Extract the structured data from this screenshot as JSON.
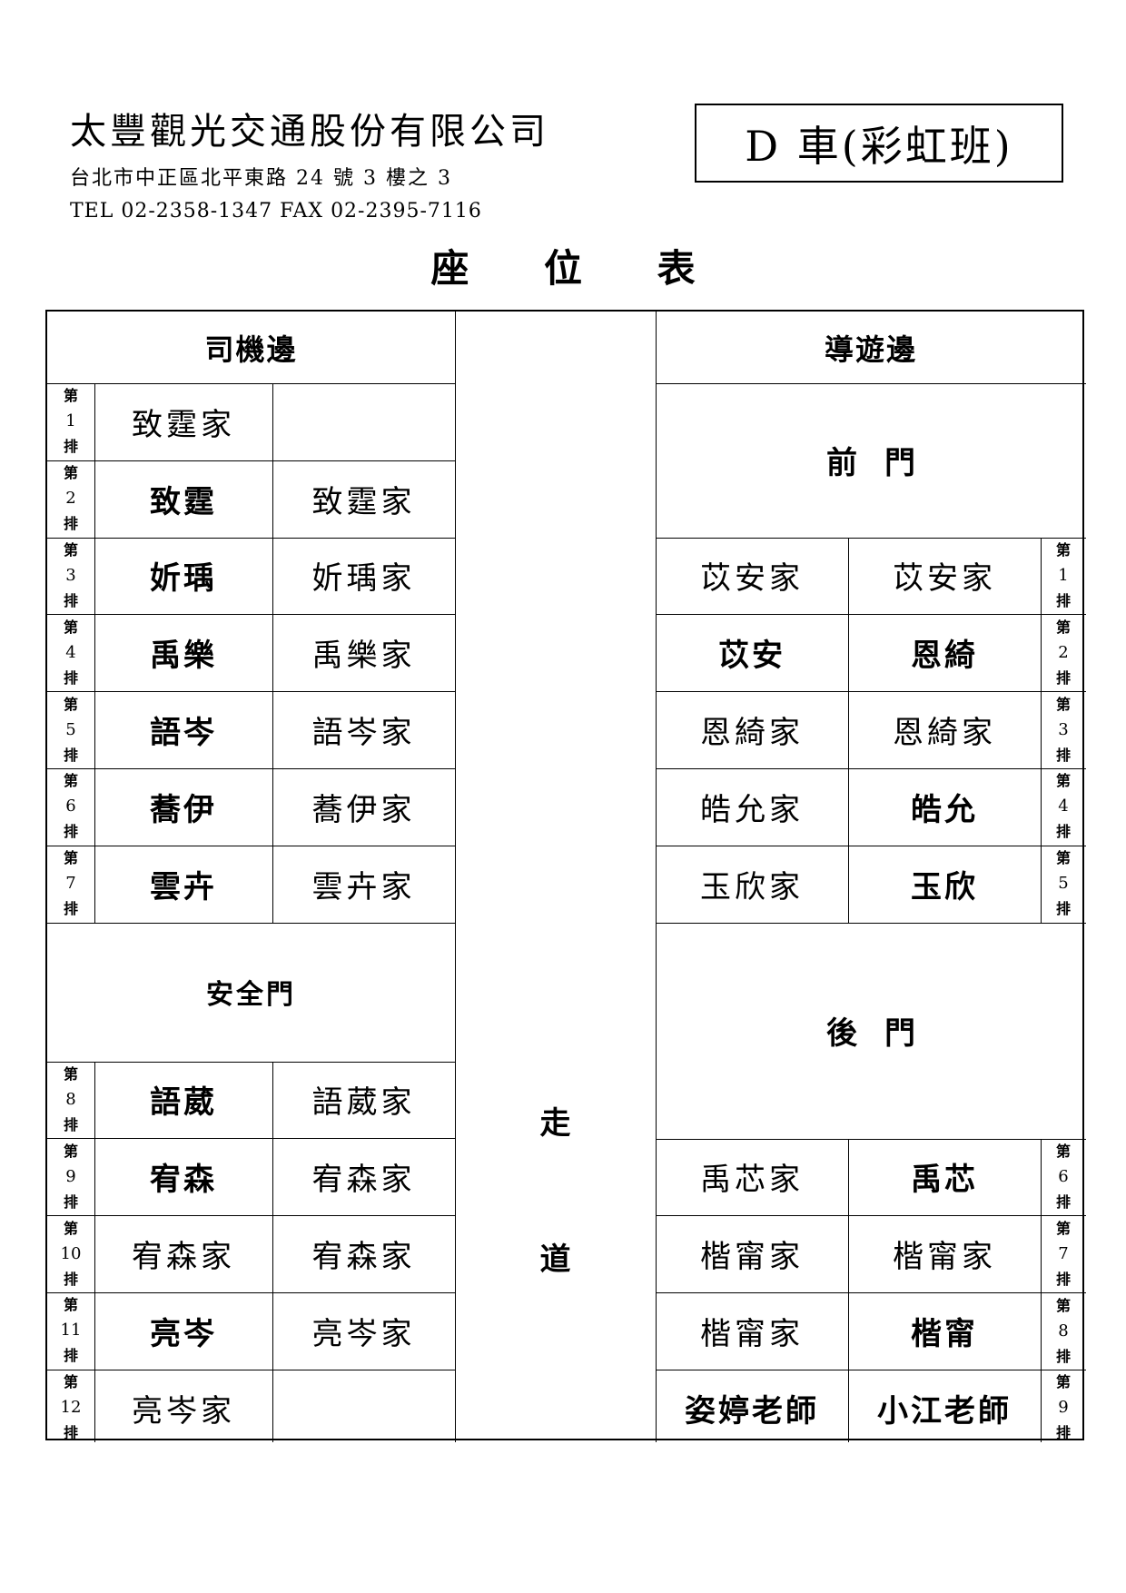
{
  "header": {
    "company": "太豐觀光交通股份有限公司",
    "address": "台北市中正區北平東路 24 號 3 樓之 3",
    "contact": "TEL 02-2358-1347 FAX 02-2395-7116",
    "bus_label": "D 車(彩虹班)"
  },
  "title": "座 位 表",
  "driver_side": {
    "header": "司機邊",
    "safety_door": "安全門",
    "rows": [
      {
        "row": "1",
        "left": "致霆家",
        "left_bold": false,
        "right": "",
        "right_bold": false
      },
      {
        "row": "2",
        "left": "致霆",
        "left_bold": true,
        "right": "致霆家",
        "right_bold": false
      },
      {
        "row": "3",
        "left": "妡瑀",
        "left_bold": true,
        "right": "妡瑀家",
        "right_bold": false
      },
      {
        "row": "4",
        "left": "禹樂",
        "left_bold": true,
        "right": "禹樂家",
        "right_bold": false
      },
      {
        "row": "5",
        "left": "語岑",
        "left_bold": true,
        "right": "語岑家",
        "right_bold": false
      },
      {
        "row": "6",
        "left": "蕎伊",
        "left_bold": true,
        "right": "蕎伊家",
        "right_bold": false
      },
      {
        "row": "7",
        "left": "雲卉",
        "left_bold": true,
        "right": "雲卉家",
        "right_bold": false
      },
      {
        "row": "8",
        "left": "語葳",
        "left_bold": true,
        "right": "語葳家",
        "right_bold": false
      },
      {
        "row": "9",
        "left": "宥森",
        "left_bold": true,
        "right": "宥森家",
        "right_bold": false
      },
      {
        "row": "10",
        "left": "宥森家",
        "left_bold": false,
        "right": "宥森家",
        "right_bold": false
      },
      {
        "row": "11",
        "left": "亮岑",
        "left_bold": true,
        "right": "亮岑家",
        "right_bold": false
      },
      {
        "row": "12",
        "left": "亮岑家",
        "left_bold": false,
        "right": "",
        "right_bold": false
      }
    ]
  },
  "aisle": {
    "char1": "走",
    "char2": "道"
  },
  "guide_side": {
    "header": "導遊邊",
    "front_door": "前門",
    "rear_door": "後門",
    "rows": [
      {
        "row": "1",
        "left": "苡安家",
        "left_bold": false,
        "right": "苡安家",
        "right_bold": false
      },
      {
        "row": "2",
        "left": "苡安",
        "left_bold": true,
        "right": "恩綺",
        "right_bold": true
      },
      {
        "row": "3",
        "left": "恩綺家",
        "left_bold": false,
        "right": "恩綺家",
        "right_bold": false
      },
      {
        "row": "4",
        "left": "皓允家",
        "left_bold": false,
        "right": "皓允",
        "right_bold": true
      },
      {
        "row": "5",
        "left": "玉欣家",
        "left_bold": false,
        "right": "玉欣",
        "right_bold": true
      },
      {
        "row": "6",
        "left": "禹芯家",
        "left_bold": false,
        "right": "禹芯",
        "right_bold": true
      },
      {
        "row": "7",
        "left": "楷甯家",
        "left_bold": false,
        "right": "楷甯家",
        "right_bold": false
      },
      {
        "row": "8",
        "left": "楷甯家",
        "left_bold": false,
        "right": "楷甯",
        "right_bold": true
      },
      {
        "row": "9",
        "left": "姿婷老師",
        "left_bold": true,
        "right": "小江老師",
        "right_bold": true
      }
    ]
  },
  "row_prefix": "第",
  "row_suffix": "排"
}
